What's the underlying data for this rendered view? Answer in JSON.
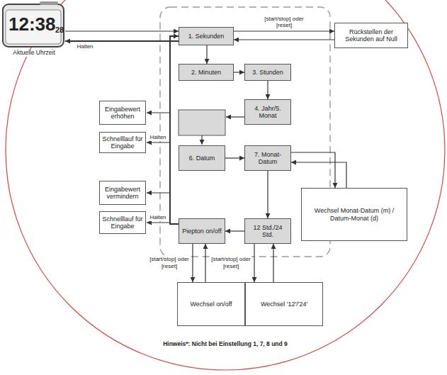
{
  "diagram": {
    "nodes": [
      {
        "text": [
          "12:38",
          "28",
          "Aktuelle Uhrzeit"
        ]
      },
      {
        "text": [
          "1. Sekunden"
        ]
      },
      {
        "text": [
          "Rückstellen der Sekunden auf Null"
        ]
      },
      {
        "text": [
          "2. Minuten"
        ]
      },
      {
        "text": [
          "3. Stunden"
        ]
      },
      {
        "text": [
          "4. Jahr/5. Monat"
        ]
      },
      {
        "text": [
          "6. Datum"
        ]
      },
      {
        "text": [
          "7. Monat-Datum"
        ]
      },
      {
        "text": [
          "Wechsel Monat-Datum (m) / Datum-Monat (d)"
        ]
      },
      {
        "text": [
          "12 Std./24 Std."
        ]
      },
      {
        "text": [
          "Piepton on/off"
        ]
      },
      {
        "text": [
          "Wechsel on/off"
        ]
      },
      {
        "text": [
          "Wechsel '12'/'24'"
        ]
      },
      {
        "text": [
          "Eingabewert erhöhen"
        ]
      },
      {
        "text": [
          "Schnelllauf für Eingabe"
        ]
      },
      {
        "text": [
          "Eingabewert vermindern"
        ]
      },
      {
        "text": [
          "Schnelllauf für Eingabe"
        ]
      }
    ],
    "edges": [
      {
        "from": 0,
        "to": 1,
        "arrow": "to"
      },
      {
        "from": 1,
        "to": 0,
        "label": "Halten",
        "arrow": "to"
      },
      {
        "from": 1,
        "to": 2,
        "label": "[start/stop] oder [reset]",
        "arrow": "to"
      },
      {
        "from": 2,
        "to": 1,
        "arrow": "to"
      },
      {
        "from": 1,
        "to": 3,
        "arrow": "to"
      },
      {
        "from": 3,
        "to": 4,
        "arrow": "to"
      },
      {
        "from": 4,
        "to": 5,
        "arrow": "to"
      },
      {
        "from": 6,
        "to": 7,
        "arrow": "to"
      },
      {
        "from": 7,
        "to": 9,
        "arrow": "to"
      },
      {
        "from": 7,
        "to": 8,
        "arrow": "to"
      },
      {
        "from": 8,
        "to": 7,
        "arrow": "to"
      },
      {
        "from": 9,
        "to": 10,
        "arrow": "to"
      },
      {
        "from": 10,
        "to": 1,
        "arrow": "to"
      },
      {
        "from": 10,
        "to": 11,
        "label": "[start/stop] oder [reset]",
        "arrow": "to"
      },
      {
        "from": 11,
        "to": 10,
        "arrow": "to"
      },
      {
        "from": 9,
        "to": 12,
        "label": "[start/stop] oder [reset]",
        "arrow": "to"
      },
      {
        "from": 12,
        "to": 9,
        "arrow": "to"
      }
    ],
    "labels": [
      "Halten",
      "Halten",
      "Hinweis*: Nicht bei Einstellung 1, 7, 8 und 9"
    ]
  }
}
